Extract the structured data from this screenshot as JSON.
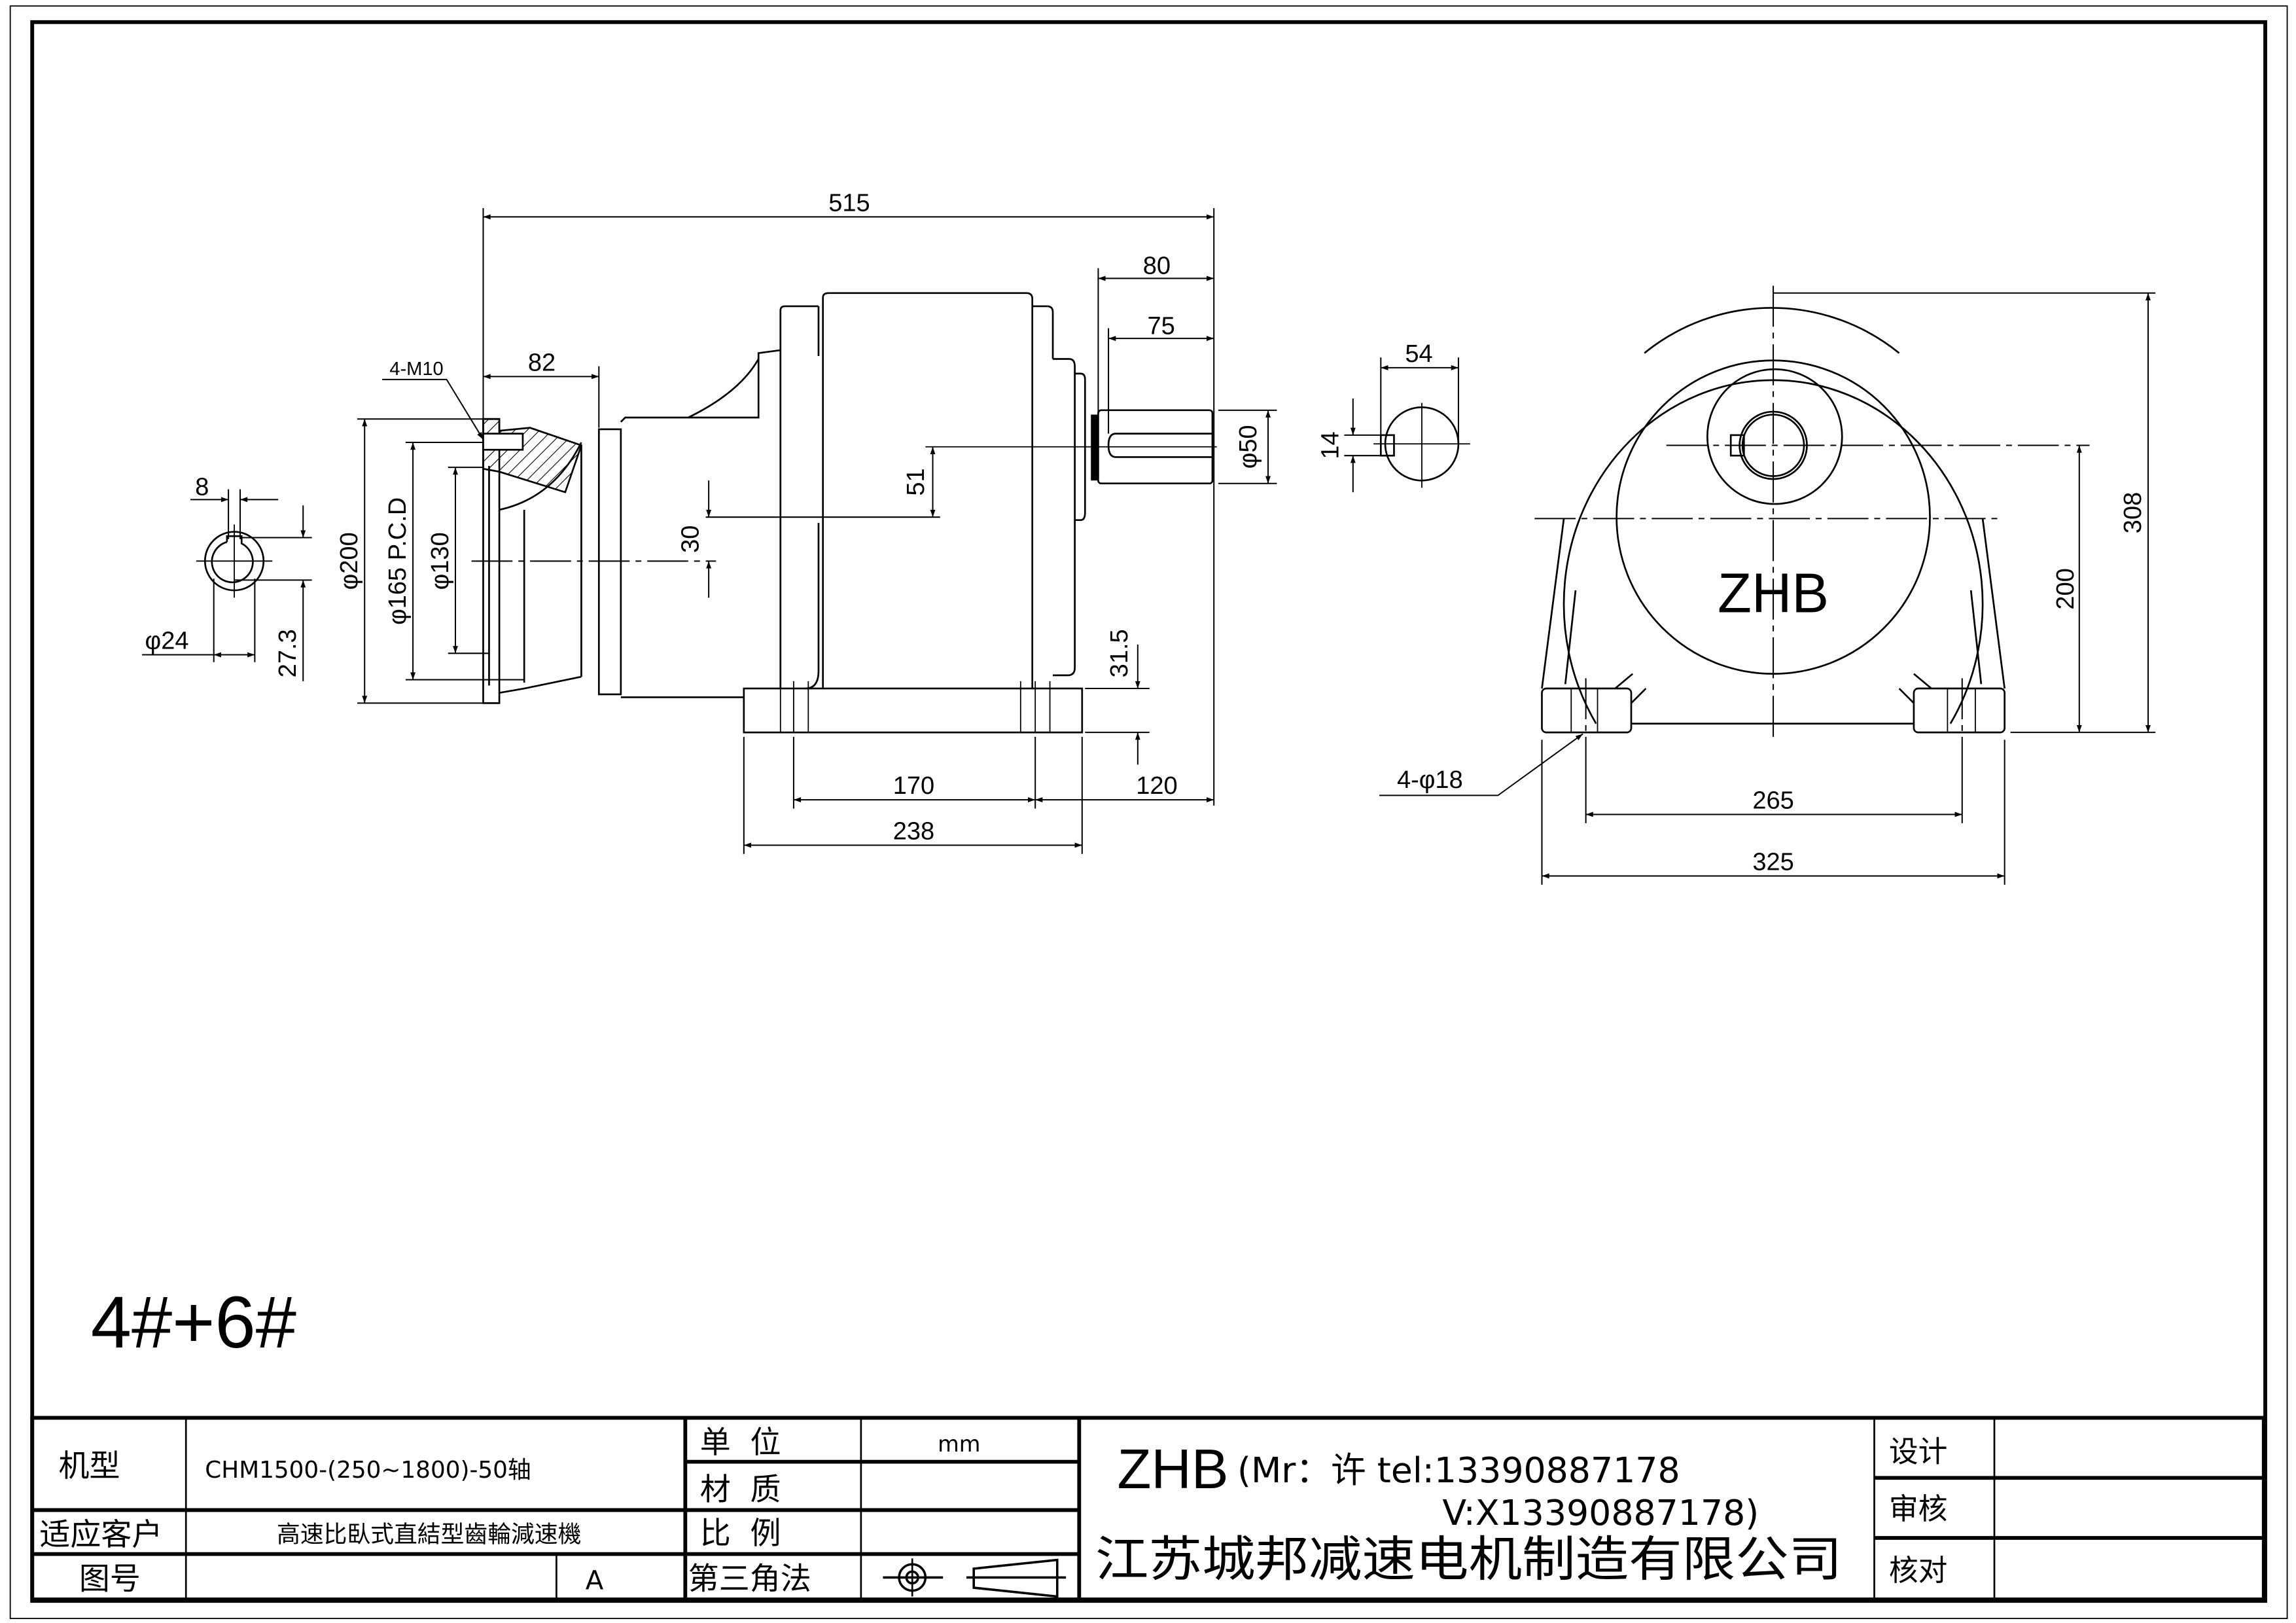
{
  "drawing": {
    "model_label": "4#+6#",
    "front_view": {
      "overall_length": "515",
      "output_shaft_length": "80",
      "key_length": "75",
      "input_flange_depth": "82",
      "tap_holes": "4-M10",
      "shaft_offset": "51",
      "input_offset": "30",
      "foot_height": "31.5",
      "shaft_end_to_foot": "120",
      "foot_bolt_spacing": "170",
      "foot_length": "238",
      "flange_od": "φ200",
      "pcd": "φ165 P.C.D",
      "pilot": "φ130",
      "shaft_diameter": "φ50"
    },
    "input_bore": {
      "key_width": "8",
      "bore": "φ24",
      "keyway_depth": "27.3"
    },
    "output_key": {
      "key_depth": "54",
      "key_width": "14"
    },
    "end_view": {
      "logo": "ZHB",
      "center_height": "200",
      "total_height": "308",
      "bolt_spacing": "265",
      "foot_width": "325",
      "foot_holes": "4-φ18"
    }
  },
  "title_block": {
    "model_label": "机型",
    "model_value": "CHM1500-(250~1800)-50轴",
    "customer_label": "适应客户",
    "customer_value": "高速比臥式直結型齒輪減速機",
    "drawing_no_label": "图号",
    "drawing_no_value": "",
    "revision": "A",
    "unit_label": "单  位",
    "unit_value": "mm",
    "material_label": "材  质",
    "scale_label": "比  例",
    "projection_label": "第三角法",
    "brand": "ZHB",
    "contact_line1": "(Mr：许 tel:13390887178",
    "contact_line2": "V:X13390887178)",
    "company": "江苏城邦减速电机制造有限公司",
    "design_label": "设计",
    "review_label": "审核",
    "check_label": "核对"
  }
}
